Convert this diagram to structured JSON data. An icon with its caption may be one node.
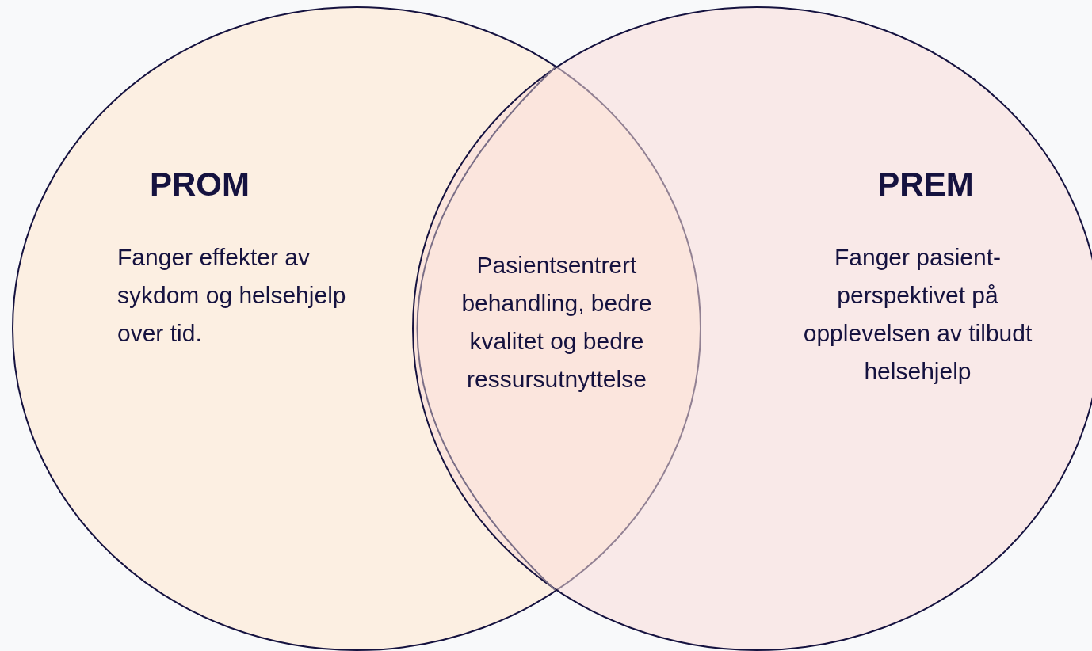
{
  "diagram": {
    "nodes": [
      {
        "text": [
          "PROM",
          "Fanger effekter av sykdom og helsehjelp over tid."
        ]
      },
      {
        "text": [
          "PREM",
          "Fanger pasient- perspektivet på opplevelsen av tilbudt helsehjelp"
        ]
      },
      {
        "text": [
          "Pasientsentrert behandling, bedre kvalitet og bedre ressursutnyttelse"
        ]
      }
    ]
  }
}
